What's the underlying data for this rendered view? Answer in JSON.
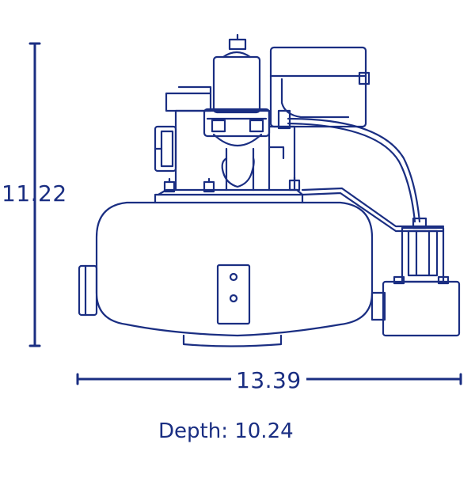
{
  "dimensions": {
    "height": "11.22",
    "width": "13.39",
    "depth": "Depth: 10.24"
  },
  "colors": {
    "line": "#1a2e82",
    "background": "#ffffff"
  }
}
